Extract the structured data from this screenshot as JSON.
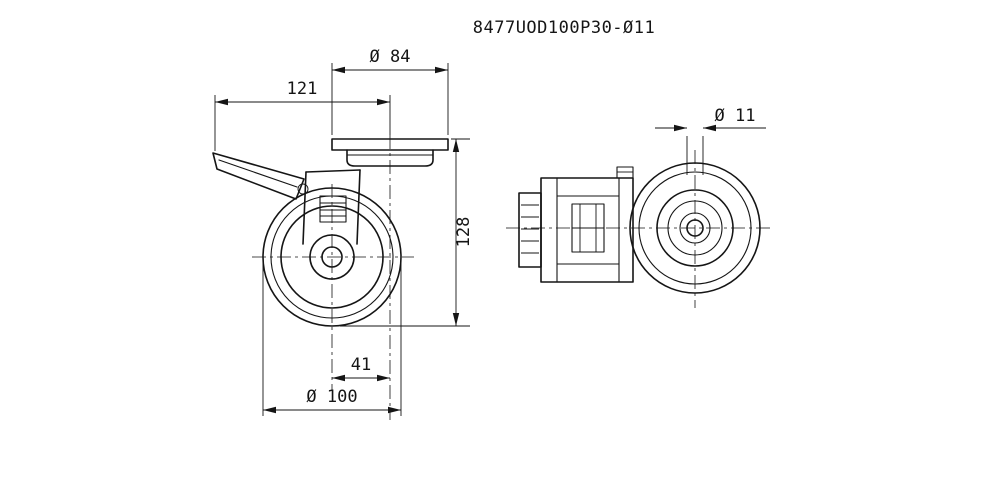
{
  "page": {
    "background": "#ffffff",
    "line_color": "#151515"
  },
  "title": "8477UOD100P30-Ø11",
  "views": {
    "side_view_label": "side-view-of-swivel-caster-with-brake",
    "front_view_label": "front-view-of-swivel-caster"
  },
  "dimensions": {
    "plate_diameter": "Ø 84",
    "overall_length": "121",
    "overall_height": "128",
    "swivel_offset": "41",
    "wheel_diameter": "Ø 100",
    "bolt_hole_diameter": "Ø 11"
  }
}
